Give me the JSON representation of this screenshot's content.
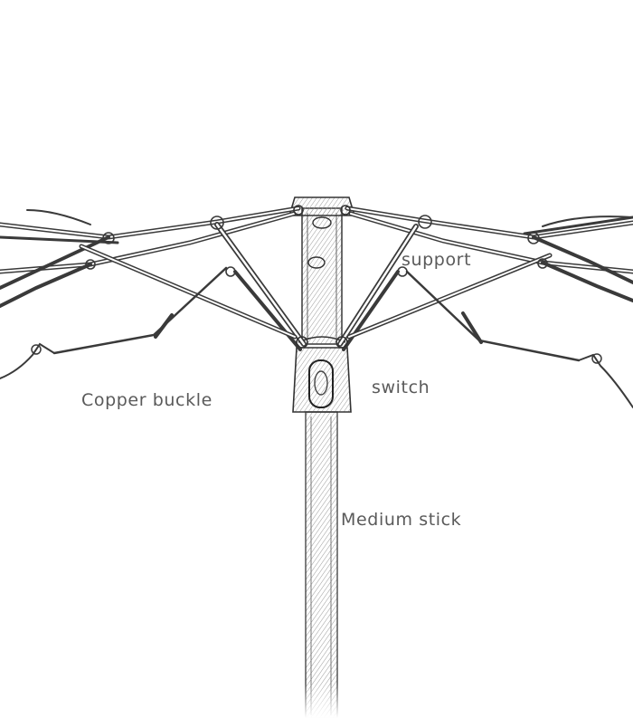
{
  "diagram": {
    "subject": "folding umbrella frame",
    "labels": {
      "support": "support",
      "switch": "switch",
      "copper_buckle": "Copper buckle",
      "medium_stick": "Medium stick"
    },
    "colors": {
      "background": "#ffffff",
      "sketch": "#3a3a3a",
      "label_text": "#5a5a5a"
    }
  }
}
